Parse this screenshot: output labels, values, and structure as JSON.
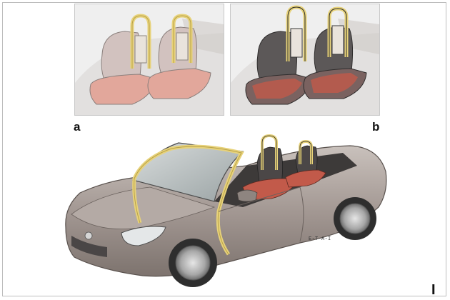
{
  "labels": {
    "panel_a": "a",
    "panel_b": "b",
    "figure": "I",
    "code": "E-T-A-I"
  },
  "colors": {
    "roll_bar": "#e7d27a",
    "roll_bar_shade": "#b9a24a",
    "car_body": "#9c928d",
    "car_body_light": "#c9c1bc",
    "seat_leather": "#c25a4a",
    "seat_dark": "#4a4848",
    "panel_bg": "#efefef"
  }
}
